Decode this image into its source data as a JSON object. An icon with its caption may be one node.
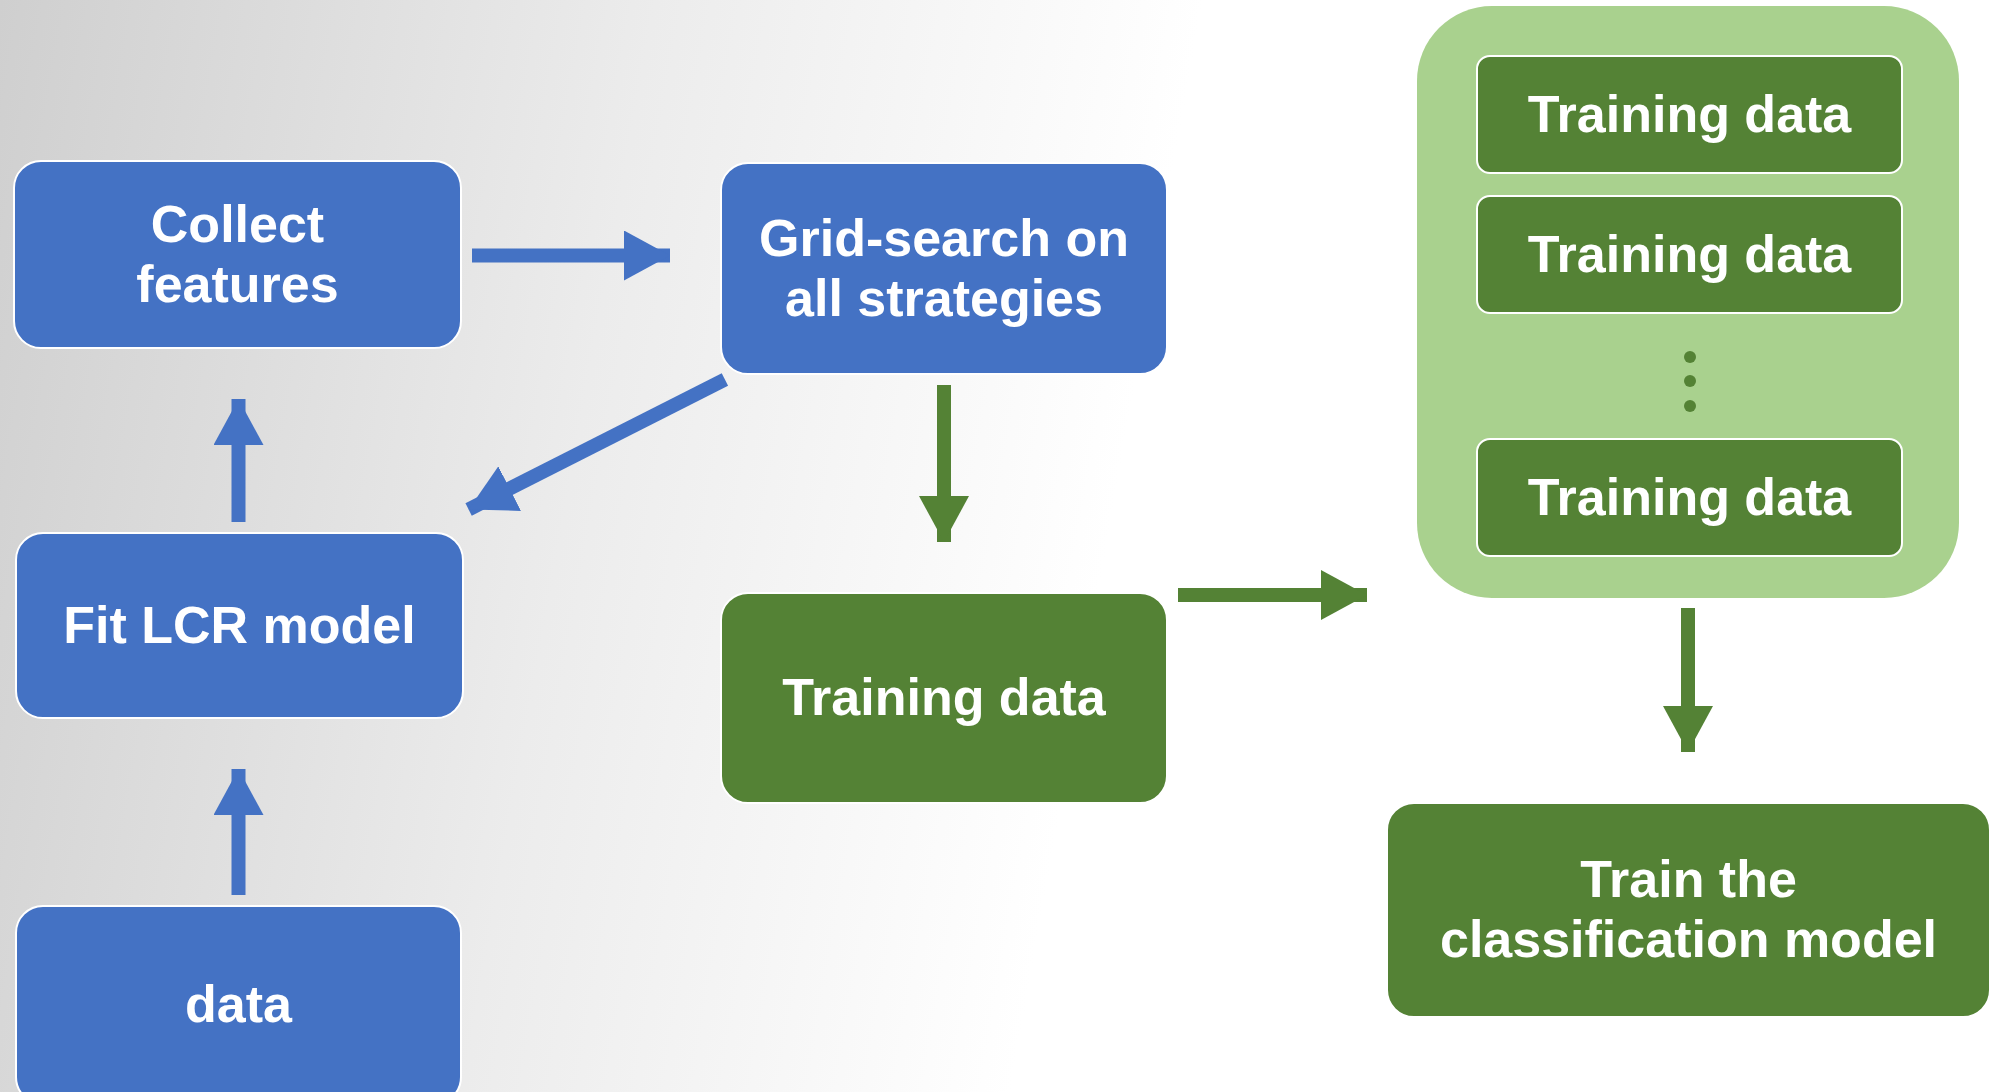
{
  "diagram": {
    "nodes": [
      {
        "text": [
          "Collect features"
        ]
      },
      {
        "text": [
          "Fit LCR model"
        ]
      },
      {
        "text": [
          "data"
        ]
      },
      {
        "text": [
          "Grid-search on all strategies"
        ]
      },
      {
        "text": [
          "Training data"
        ]
      },
      {
        "text": [],
        "shape": "box"
      },
      {
        "text": [
          "Training data"
        ],
        "in": 5
      },
      {
        "text": [
          "Training data"
        ],
        "in": 5
      },
      {
        "text": [
          "Training data"
        ],
        "in": 5
      },
      {
        "text": [
          "Train the classification model"
        ]
      }
    ],
    "edges": [
      {
        "from": 2,
        "to": 1,
        "arrow": "to"
      },
      {
        "from": 1,
        "to": 0,
        "arrow": "to"
      },
      {
        "from": 0,
        "to": 3,
        "arrow": "to"
      },
      {
        "from": 3,
        "to": 1,
        "arrow": "to"
      },
      {
        "from": 3,
        "to": 4,
        "arrow": "to",
        "color": "#548235"
      },
      {
        "from": 4,
        "to": 5,
        "arrow": "to",
        "color": "#548235"
      },
      {
        "from": 5,
        "to": 9,
        "arrow": "to",
        "color": "#548235"
      }
    ]
  }
}
